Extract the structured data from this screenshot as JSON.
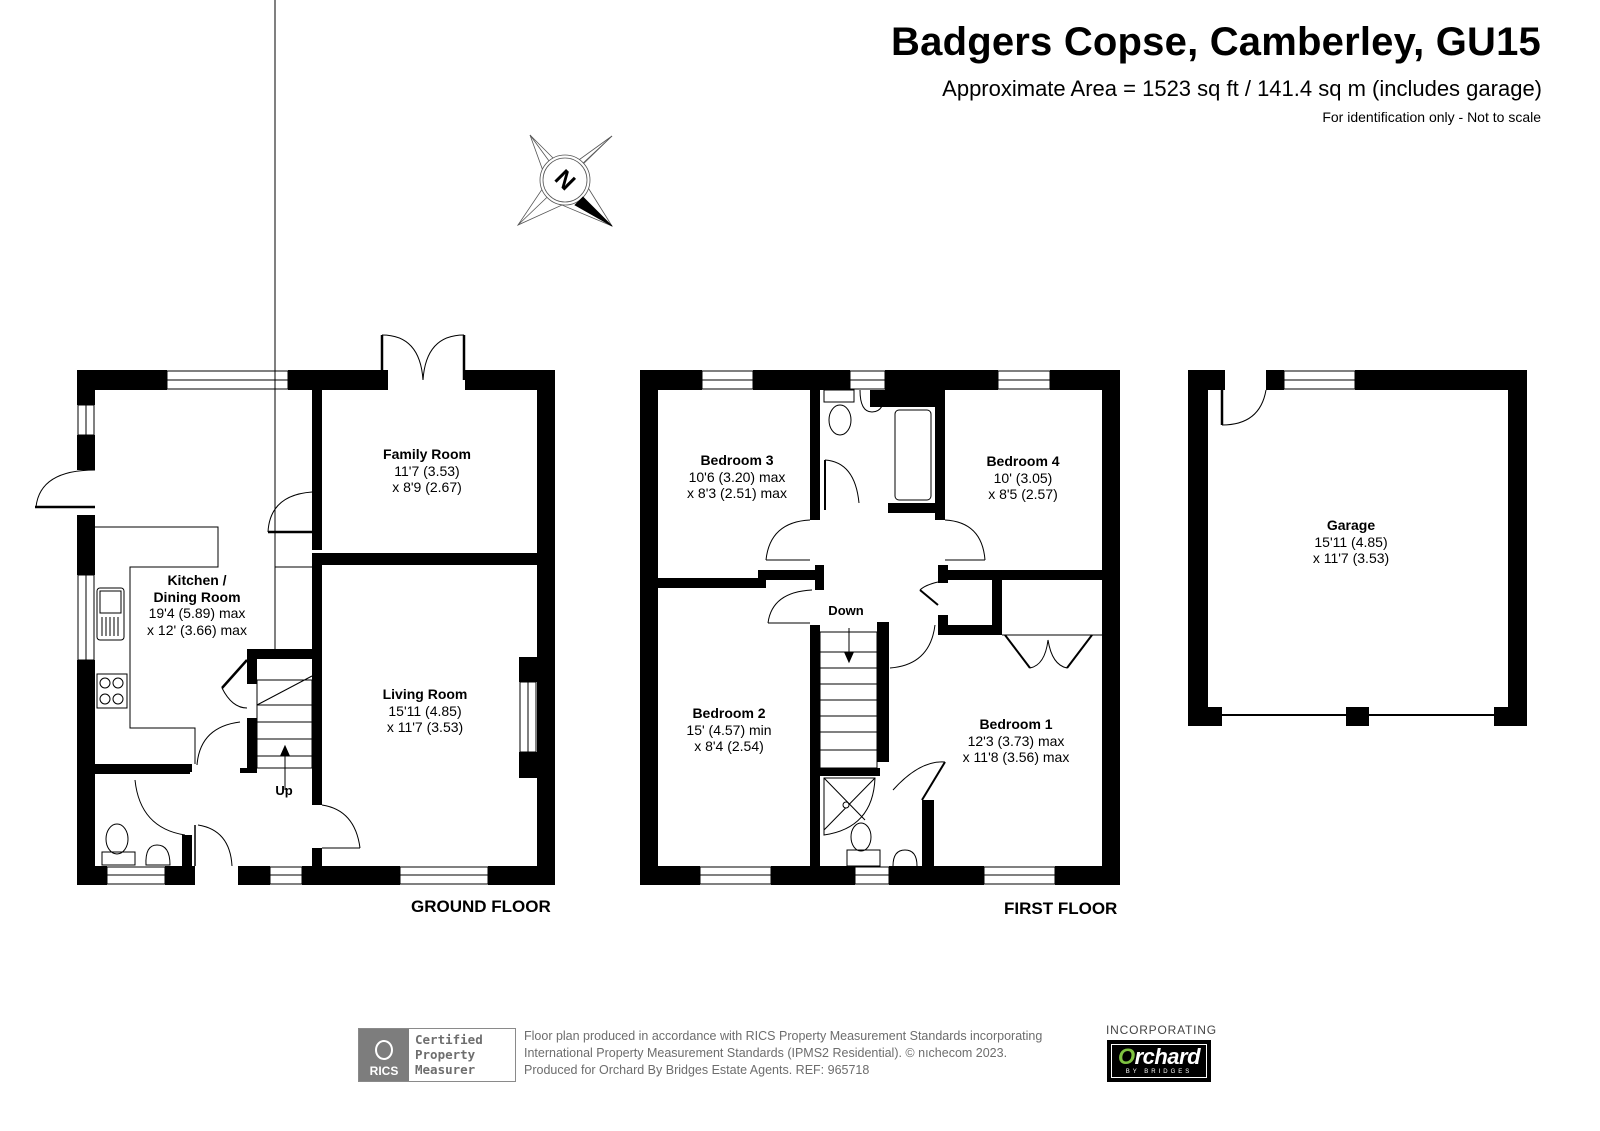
{
  "header": {
    "title": "Badgers Copse, Camberley, GU15",
    "area": "Approximate Area = 1523 sq ft / 141.4 sq m (includes garage)",
    "disclaimer": "For identification only - Not to scale"
  },
  "compass": {
    "icon": "compass-north-icon",
    "label": "N"
  },
  "ground_floor": {
    "label": "GROUND FLOOR",
    "stairs_label": "Up",
    "rooms": [
      {
        "name": "Family Room",
        "dim1": "11'7 (3.53)",
        "dim2": "x 8'9 (2.67)"
      },
      {
        "name": "Kitchen /",
        "name2": "Dining Room",
        "dim1": "19'4 (5.89) max",
        "dim2": "x 12' (3.66) max"
      },
      {
        "name": "Living Room",
        "dim1": "15'11 (4.85)",
        "dim2": "x 11'7 (3.53)"
      }
    ]
  },
  "first_floor": {
    "label": "FIRST FLOOR",
    "stairs_label": "Down",
    "rooms": [
      {
        "name": "Bedroom 3",
        "dim1": "10'6 (3.20) max",
        "dim2": "x 8'3 (2.51) max"
      },
      {
        "name": "Bedroom 4",
        "dim1": "10' (3.05)",
        "dim2": "x 8'5 (2.57)"
      },
      {
        "name": "Bedroom 2",
        "dim1": "15' (4.57) min",
        "dim2": "x 8'4 (2.54)"
      },
      {
        "name": "Bedroom 1",
        "dim1": "12'3 (3.73) max",
        "dim2": "x 11'8 (3.56) max"
      }
    ]
  },
  "garage": {
    "name": "Garage",
    "dim1": "15'11 (4.85)",
    "dim2": "x 11'7 (3.53)"
  },
  "footer": {
    "rics_badge": "RICS",
    "rics_cert": [
      "Certified",
      "Property",
      "Measurer"
    ],
    "lines": [
      "Floor plan produced in accordance with RICS Property Measurement Standards incorporating",
      "International Property Measurement Standards (IPMS2 Residential).   © nıchecom 2023.",
      "Produced for Orchard By Bridges Estate Agents.   REF:  965718"
    ],
    "incorporating": "INCORPORATING",
    "logo_main_o": "O",
    "logo_main_rest": "rchard",
    "logo_sub": "BY BRIDGES"
  },
  "colors": {
    "wall": "#000000",
    "logo_green": "#7fc241",
    "footer_grey": "#6d6d6d"
  }
}
